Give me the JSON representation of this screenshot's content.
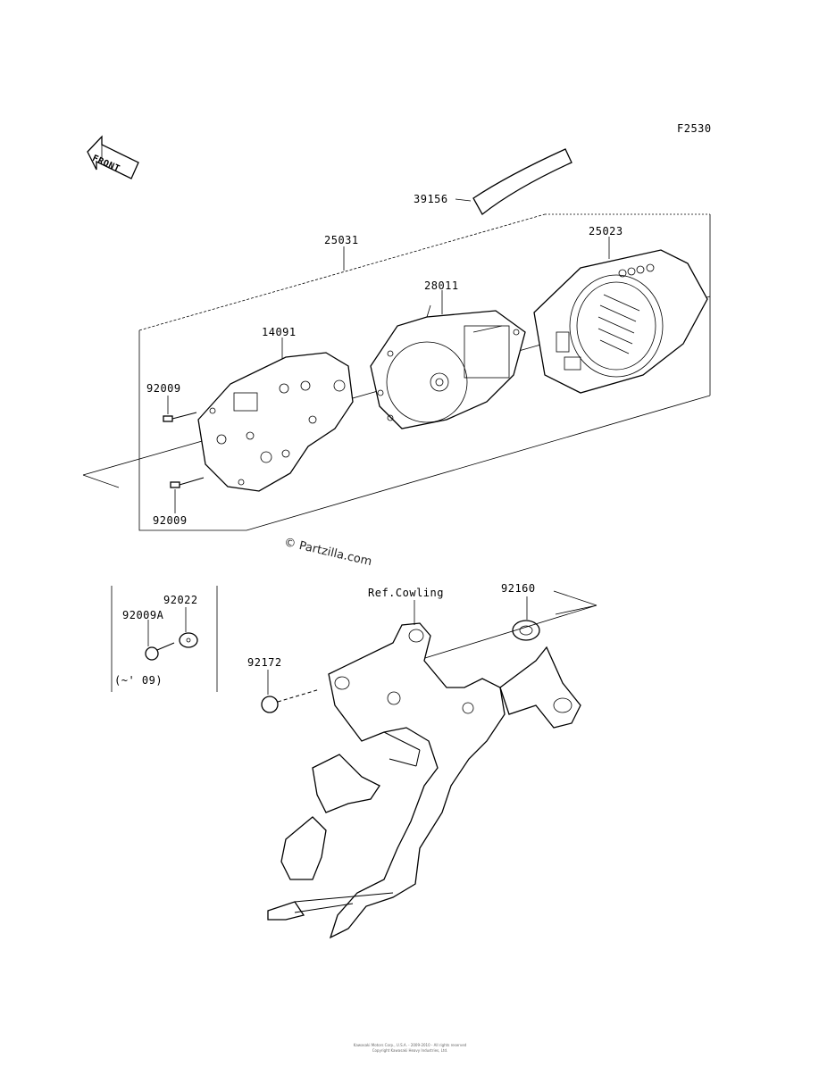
{
  "figure_code": "F2530",
  "front_label": "FRONT",
  "watermark": "© Partzilla.com",
  "ref_cowling": "Ref.Cowling",
  "year_note": "(~' 09)",
  "parts": {
    "p39156": "39156",
    "p25031": "25031",
    "p25023": "25023",
    "p28011": "28011",
    "p14091": "14091",
    "p92009_top": "92009",
    "p92009_bottom": "92009",
    "p92022": "92022",
    "p92009A": "92009A",
    "p92160": "92160",
    "p92172": "92172"
  },
  "footer": {
    "line1": "Kawasaki Motors Corp., U.S.A. - 2009-2010 - All rights reserved",
    "line2": "Copyright Kawasaki Heavy Industries, Ltd."
  }
}
